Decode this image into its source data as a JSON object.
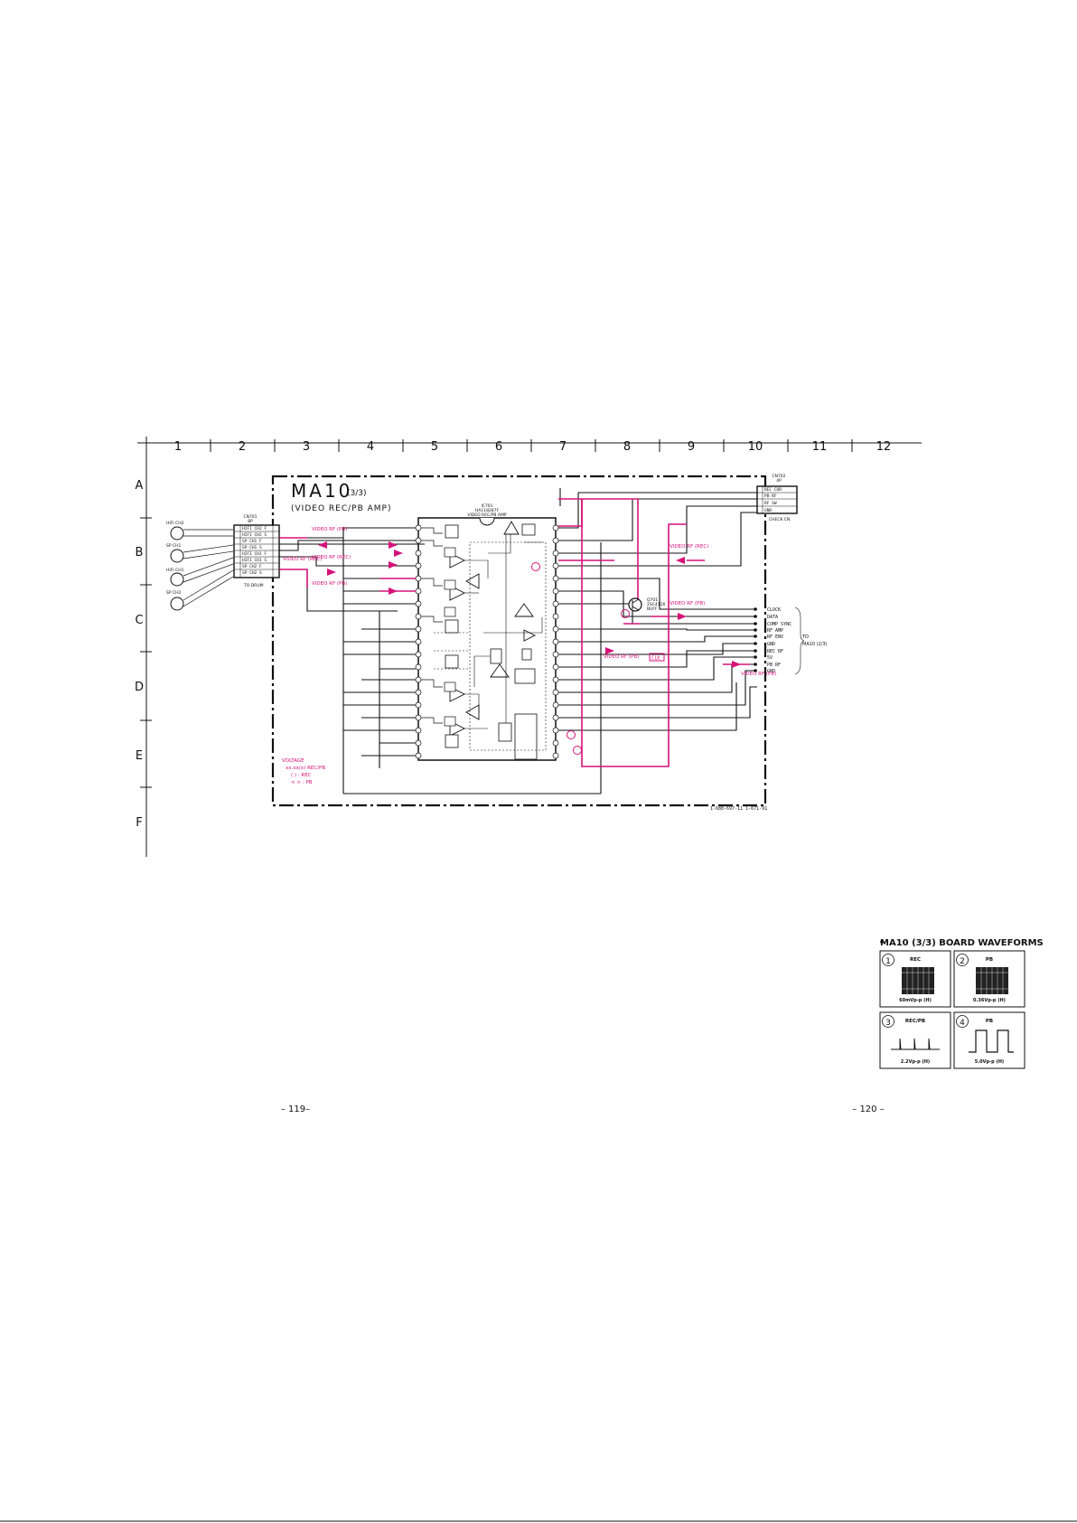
{
  "grid": {
    "columns": [
      "1",
      "2",
      "3",
      "4",
      "5",
      "6",
      "7",
      "8",
      "9",
      "10",
      "11",
      "12"
    ],
    "rows": [
      "A",
      "B",
      "C",
      "D",
      "E",
      "F"
    ]
  },
  "board": {
    "name": "MA10",
    "part": "(3/3)",
    "subtitle": "(VIDEO REC/PB AMP)",
    "code": "1-680-697-11  1-671-91"
  },
  "connectors": {
    "cn701": {
      "ref": "CN701",
      "pins": "8P",
      "pin_labels": [
        "HIFI CH2 F",
        "HIFI CH2 S",
        "SP CH1 F",
        "SP CH1 S",
        "HIFI CH1 F",
        "HIFI CH1 S",
        "SP CH2 F",
        "SP CH2 S"
      ],
      "footer": "TO DRUM"
    },
    "cn702": {
      "ref": "CN702",
      "pins": "4P",
      "pin_labels": [
        "REC CUR",
        "PB RF",
        "RF SW",
        "GND"
      ],
      "footer": "CHECK CN"
    },
    "heads": [
      "HIFI CH2",
      "SP CH1",
      "HIFI CH1",
      "SP CH2"
    ],
    "bus_labels": [
      "CLOCK",
      "DATA",
      "COMP SYNC",
      "RF AMP",
      "RF ENV",
      "GND",
      "REC RF",
      "5V",
      "PB RF",
      "GND"
    ],
    "bus_target": [
      "TO",
      "MA10 (2/3)"
    ]
  },
  "ic": {
    "ref": "IC701",
    "part": "HA118287F",
    "function": "VIDEO REC/PB AMP"
  },
  "transistor": {
    "ref": "Q701",
    "part": "2SC4116",
    "function": "BUFF"
  },
  "signal_labels": {
    "video_rf_pb_1": "VIDEO RF (PB)",
    "video_rf_rec": "VIDEO RF (REC)",
    "video_rf_rec_2": "VIDEO RF (REC)",
    "video_rf_pb_2": "VIDEO RF (PB)",
    "video_rf_rec_right": "VIDEO RF (REC)",
    "video_rf_pb_right": "VIDEO RF (PB)",
    "video_rf_pb_lower": "VIDEO RF (PB)",
    "video_rf_pb_bottom": "VIDEO RF (PB)",
    "highlight": "CLK"
  },
  "voltage_note": {
    "title": "VOLTAGE",
    "line1": "xx.xx(x) REC/PB",
    "line2": "( )  : REC",
    "line3": "< >  : PB"
  },
  "waveforms": {
    "title": "MA10 (3/3) BOARD WAVEFORMS",
    "items": [
      {
        "num": "1",
        "mode": "REC",
        "value": "60mVp-p (H)"
      },
      {
        "num": "2",
        "mode": "PB",
        "value": "0.36Vp-p (H)"
      },
      {
        "num": "3",
        "mode": "REC/PB",
        "value": "2.2Vp-p (H)"
      },
      {
        "num": "4",
        "mode": "PB",
        "value": "5.0Vp-p (H)"
      }
    ]
  },
  "page_numbers": {
    "left": "– 119–",
    "right": "– 120 –"
  },
  "colors": {
    "signal": "#d6127a",
    "line": "#111111",
    "paper": "#ffffff"
  }
}
